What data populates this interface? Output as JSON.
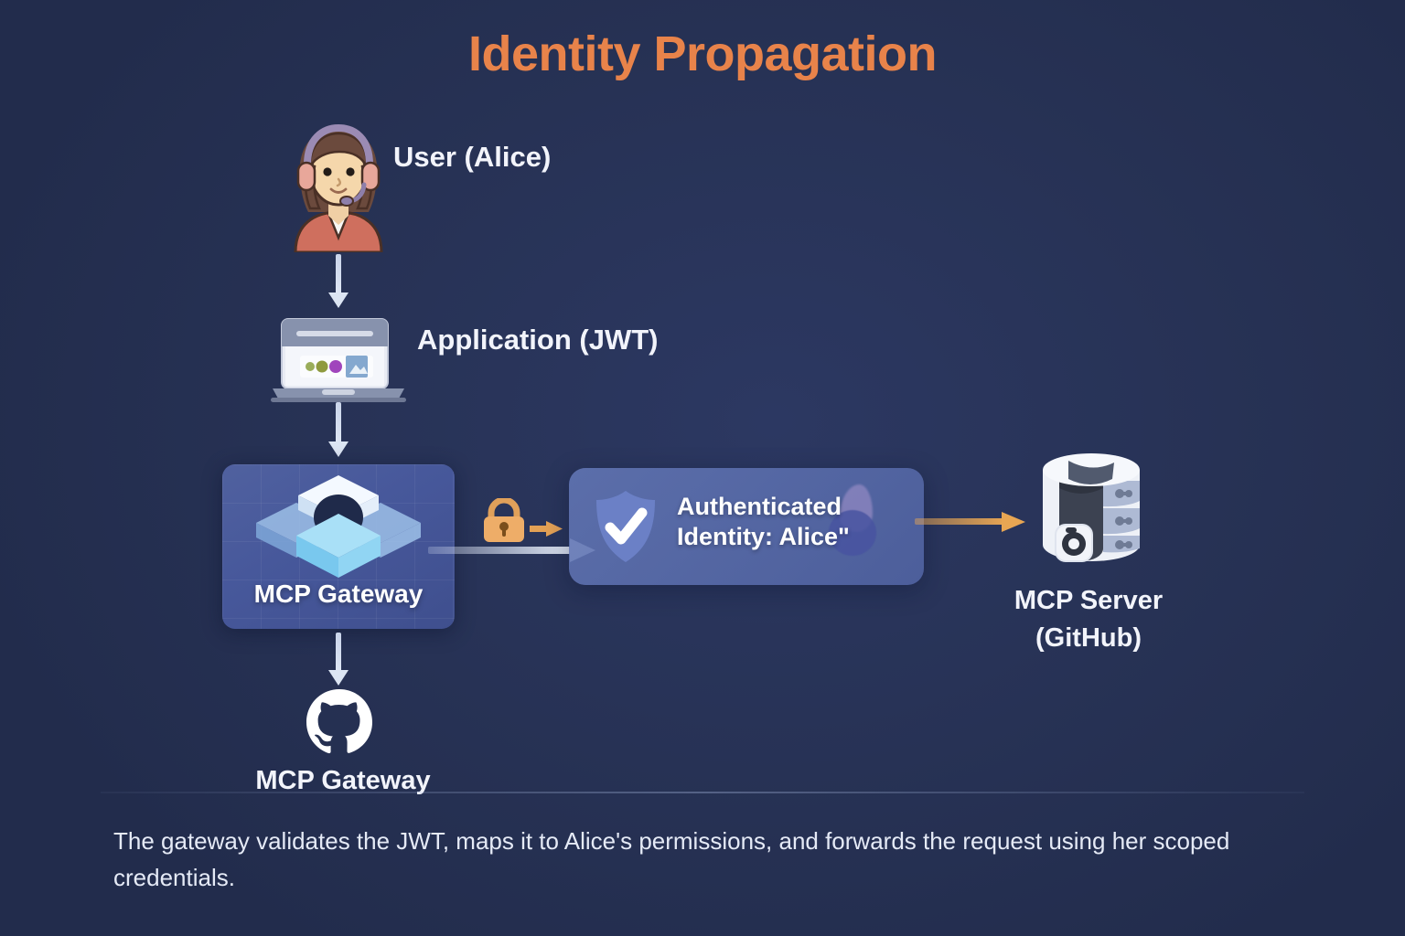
{
  "page": {
    "title": "Identity Propagation",
    "background_color": "#273255",
    "title_color": "#e8834a"
  },
  "nodes": {
    "user": {
      "label": "User (Alice)",
      "icon": "user-avatar-headset-icon"
    },
    "application": {
      "label": "Application (JWT)",
      "icon": "laptop-icon"
    },
    "gateway": {
      "label": "MCP Gateway",
      "icon": "isometric-cubes-icon",
      "box_color": "#47589b"
    },
    "auth_card": {
      "line1": "Authenticated",
      "line2": "Identity: Alice\"",
      "icon": "shield-check-icon",
      "box_color": "#5668a8"
    },
    "server": {
      "label_line1": "MCP Server",
      "label_line2": "(GitHub)",
      "icon": "database-server-icon"
    },
    "github": {
      "label": "MCP Gateway",
      "icon": "github-octocat-icon"
    }
  },
  "connectors": {
    "user_to_app": {
      "icon": "arrow-down-icon",
      "color": "#dce5f3"
    },
    "app_to_gateway": {
      "icon": "arrow-down-icon",
      "color": "#dce5f3"
    },
    "gateway_to_github": {
      "icon": "arrow-down-icon",
      "color": "#dce5f3"
    },
    "gateway_to_auth": {
      "icon": "arrow-right-icon",
      "color": "#e2e9f6"
    },
    "auth_to_server": {
      "icon": "arrow-right-icon",
      "color": "#e8a653"
    },
    "lock_badge": {
      "icon": "padlock-icon",
      "color": "#e8a653",
      "arrow_icon": "arrow-right-icon"
    }
  },
  "footer": {
    "text": "The gateway validates the JWT, maps it to Alice's permissions,  and forwards the request using her scoped credentials."
  }
}
